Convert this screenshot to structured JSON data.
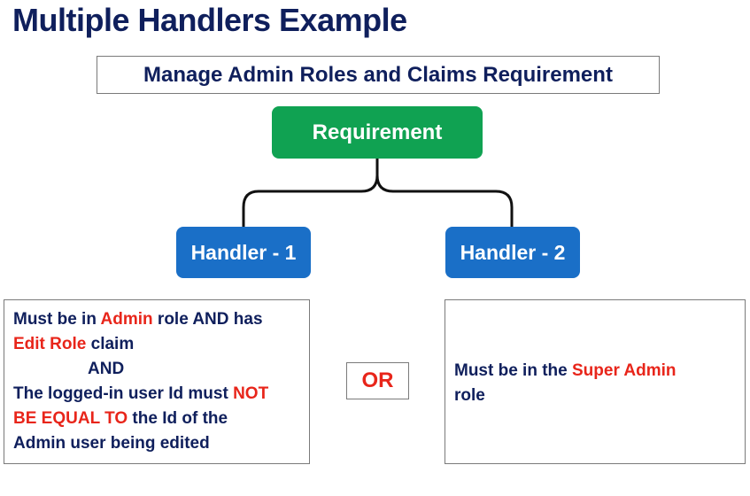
{
  "slide": {
    "title": "Multiple Handlers Example",
    "subtitle": "Manage Admin Roles and Claims Requirement"
  },
  "diagram": {
    "requirement_label": "Requirement",
    "handler1_label": "Handler - 1",
    "handler2_label": "Handler - 2",
    "or_label": "OR",
    "colors": {
      "title": "#0f1f5c",
      "requirement": "#10a252",
      "handler": "#1a6fc7",
      "highlight": "#e8251a"
    }
  },
  "handler1_condition": {
    "l1_a": "Must be in ",
    "l1_b": "Admin",
    "l1_c": " role AND has",
    "l2_a": "Edit Role",
    "l2_b": " claim",
    "l3": "AND",
    "l4_a": "The logged-in user Id must ",
    "l4_b": "NOT",
    "l5_a": "BE EQUAL TO",
    "l5_b": " the Id of the",
    "l6": "Admin user being edited"
  },
  "handler2_condition": {
    "l1_a": "Must be in the ",
    "l1_b": "Super Admin",
    "l2": "role"
  }
}
